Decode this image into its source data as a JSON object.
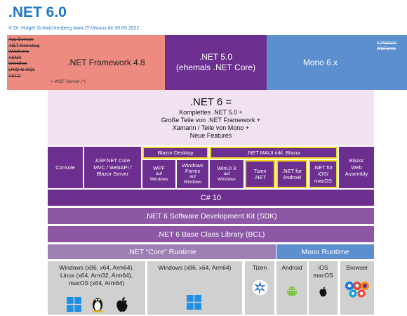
{
  "title": ".NET 6.0",
  "credit": "© Dr. Holger Schwichtenberg   www.IT-Visions.de   30.05.2022",
  "legacy_items": [
    "App Domain",
    ".NET Remoting",
    "Webforms",
    "ASMX",
    "Workflow",
    "LINQ-to-SQL",
    "VSTO"
  ],
  "framework": {
    "label": ".NET Framework 4.8",
    "note": "+ WCF Server (*)"
  },
  "net5": {
    "line1": ".NET 5.0",
    "line2": "(ehemals .NET Core)"
  },
  "mono": {
    "label": "Mono 6.x"
  },
  "xplatform": [
    "X-Platform",
    "WinForms"
  ],
  "net6": {
    "heading": ".NET 6 =",
    "lines": [
      "Komplettes .NET 5.0 +",
      "Große Teile von .NET Framework +",
      "Xamarin / Teile von Mono +",
      "Neue Features"
    ]
  },
  "app_models": {
    "console": "Console",
    "aspnet": [
      "ASP.NET Core",
      "MVC / WebAPI /",
      "Blazor Server"
    ],
    "blazor_desktop": "Blazor Desktop",
    "maui": ".NET MAUI inkl. Blazor",
    "wpf": [
      "WPF",
      "auf",
      "Windows"
    ],
    "winforms": [
      "Windows",
      "Forms",
      "auf",
      "Windows"
    ],
    "winui": [
      "WinUI 3",
      "auf",
      "Windows"
    ],
    "tizen": [
      "Tizen",
      ".NET"
    ],
    "android": [
      ".NET for",
      "Android"
    ],
    "ios": [
      ".NET for",
      "iOS/",
      "macOS"
    ],
    "blazor_wasm": [
      "Blazor",
      "Web",
      "Assembly"
    ]
  },
  "layers": {
    "csharp": "C# 10",
    "sdk": ".NET 6 Software Development Kit (SDK)",
    "bcl": ".NET 6 Base Class Library (BCL)"
  },
  "runtimes": {
    "net_core": ".NET “Core” Runtime",
    "mono": "Mono Runtime"
  },
  "platforms": {
    "core_multi": [
      "Windows (x86, x64, Arm64),",
      "Linux (x64, Arm32, Arm64),",
      "macOS (x64, Arm64)"
    ],
    "core_windows": "Windows (x86, x64, Arm64)",
    "tizen": "Tizen",
    "android": "Android",
    "ios": [
      "iOS",
      "macOS"
    ],
    "browser": "Browser"
  },
  "colors": {
    "blue_title": "#1f78c8",
    "legacy_red": "#ee8b80",
    "net_purple": "#6d2f8f",
    "mono_blue": "#5b8fd0",
    "net6_lavender": "#f1e2f2",
    "layer_purple": "#8d57a5",
    "highlight_yellow": "#f4d31e",
    "platform_grey": "#d0d0d0"
  },
  "icons": [
    "windows-logo",
    "linux-tux",
    "apple-logo",
    "tizen-logo",
    "android-logo",
    "browser-logos"
  ]
}
